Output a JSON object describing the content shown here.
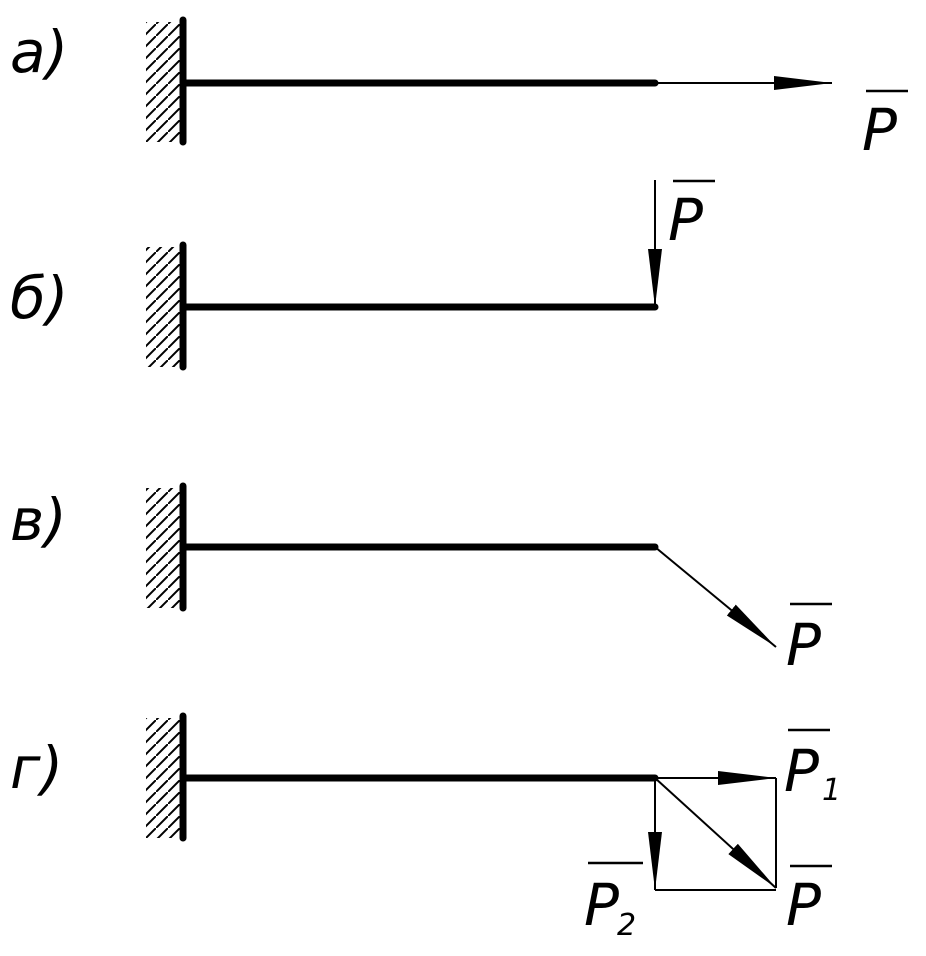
{
  "panels": [
    {
      "id": "a",
      "label": "а)",
      "forces": [
        {
          "name": "P",
          "subscript": "",
          "direction": "right"
        }
      ]
    },
    {
      "id": "b",
      "label": "б)",
      "forces": [
        {
          "name": "P",
          "subscript": "",
          "direction": "down"
        }
      ]
    },
    {
      "id": "v",
      "label": "в)",
      "forces": [
        {
          "name": "P",
          "subscript": "",
          "direction": "down-right"
        }
      ]
    },
    {
      "id": "g",
      "label": "г)",
      "forces": [
        {
          "name": "P",
          "subscript": "1",
          "direction": "right"
        },
        {
          "name": "P",
          "subscript": "2",
          "direction": "down"
        },
        {
          "name": "P",
          "subscript": "",
          "direction": "down-right"
        }
      ]
    }
  ],
  "colors": {
    "ink": "#000000",
    "background": "#ffffff"
  }
}
